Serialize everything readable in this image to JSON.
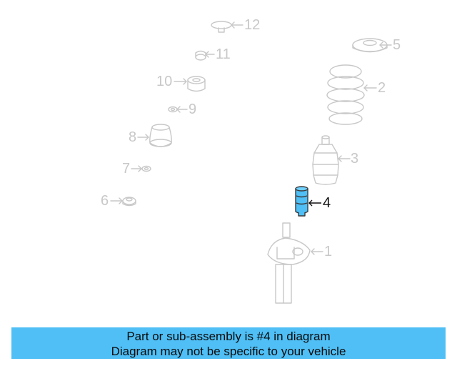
{
  "parts": [
    {
      "number": "1",
      "name": "strut"
    },
    {
      "number": "2",
      "name": "coil-spring"
    },
    {
      "number": "3",
      "name": "boot"
    },
    {
      "number": "4",
      "name": "bump-stop"
    },
    {
      "number": "5",
      "name": "spring-seat"
    },
    {
      "number": "6",
      "name": "washer"
    },
    {
      "number": "7",
      "name": "nut"
    },
    {
      "number": "8",
      "name": "mount"
    },
    {
      "number": "9",
      "name": "small-nut"
    },
    {
      "number": "10",
      "name": "bearing"
    },
    {
      "number": "11",
      "name": "cap-nut"
    },
    {
      "number": "12",
      "name": "dust-cap"
    }
  ],
  "highlight_part": "4",
  "colors": {
    "highlight": "#4fbff5",
    "line": "#c8c8c8",
    "active": "#111111"
  },
  "banner": {
    "line1": "Part or sub-assembly is #4 in diagram",
    "line2": "Diagram may not be specific to your vehicle"
  }
}
